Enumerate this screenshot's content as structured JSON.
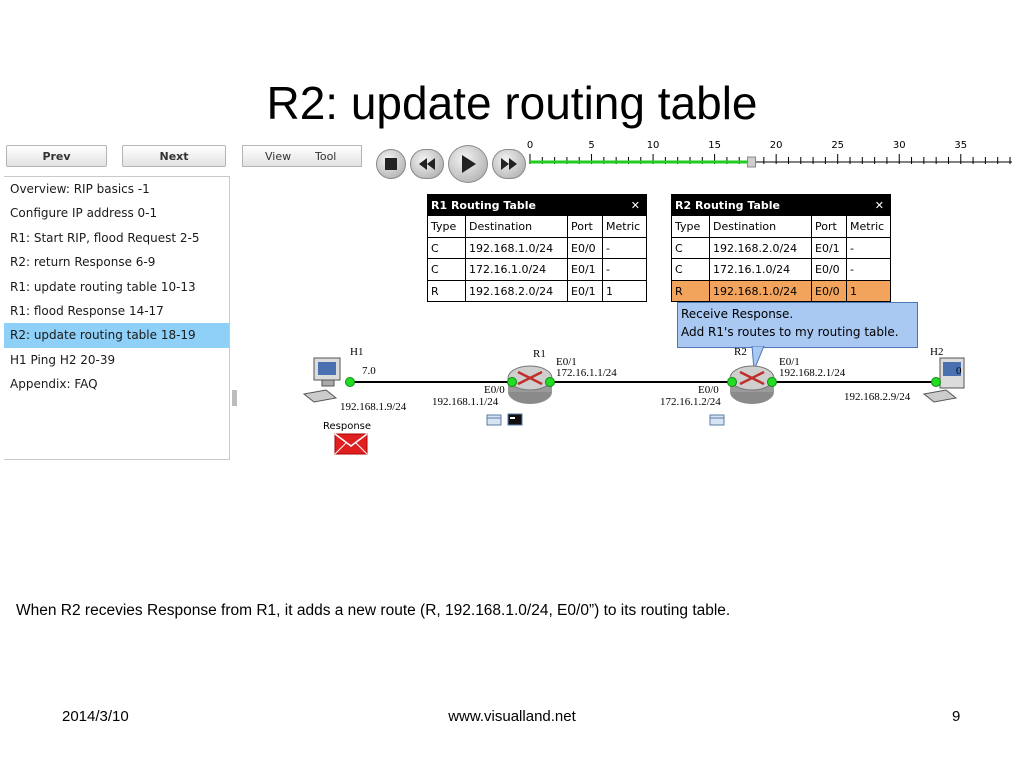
{
  "slide": {
    "title": "R2: update routing table",
    "caption": "When R2 recevies Response from R1, it adds a new route (R, 192.168.1.0/24, E0/0”) to its routing table.",
    "footer_date": "2014/3/10",
    "footer_url": "www.visualland.net",
    "page_number": "9"
  },
  "toolbar": {
    "prev_label": "Prev",
    "next_label": "Next",
    "view_label": "View",
    "tool_label": "Tool"
  },
  "playback": {
    "stop_icon": "stop-icon",
    "rewind_icon": "rewind-icon",
    "play_icon": "play-icon",
    "fast_forward_icon": "fast-forward-icon"
  },
  "timeline": {
    "labels": [
      "0",
      "5",
      "10",
      "15",
      "20",
      "25",
      "30",
      "35"
    ],
    "min": 0,
    "max": 39,
    "current": 18,
    "progress_color": "#22cc22"
  },
  "sidebar": {
    "items": [
      {
        "label": "Overview: RIP basics -1"
      },
      {
        "label": "Configure IP address 0-1"
      },
      {
        "label": "R1: Start RIP, flood Request 2-5"
      },
      {
        "label": "R2: return Response 6-9"
      },
      {
        "label": "R1: update routing table 10-13"
      },
      {
        "label": "R1: flood Response 14-17"
      },
      {
        "label": "R2: update routing table 18-19",
        "selected": true
      },
      {
        "label": "H1 Ping H2 20-39"
      },
      {
        "label": "Appendix: FAQ"
      }
    ],
    "selected_color": "#8fd0f8"
  },
  "r1_table": {
    "title": "R1 Routing Table",
    "close": "✕",
    "headers": [
      "Type",
      "Destination",
      "Port",
      "Metric"
    ],
    "rows": [
      [
        "C",
        "192.168.1.0/24",
        "E0/0",
        "-"
      ],
      [
        "C",
        "172.16.1.0/24",
        "E0/1",
        "-"
      ],
      [
        "R",
        "192.168.2.0/24",
        "E0/1",
        "1"
      ]
    ]
  },
  "r2_table": {
    "title": "R2 Routing Table",
    "close": "✕",
    "headers": [
      "Type",
      "Destination",
      "Port",
      "Metric"
    ],
    "rows": [
      [
        "C",
        "192.168.2.0/24",
        "E0/1",
        "-"
      ],
      [
        "C",
        "172.16.1.0/24",
        "E0/0",
        "-"
      ],
      [
        "R",
        "192.168.1.0/24",
        "E0/0",
        "1"
      ]
    ],
    "highlight_color": "#f2a35c"
  },
  "tooltip": {
    "line1": "Receive Response.",
    "line2": "Add R1's routes to my routing table."
  },
  "network": {
    "h1_name": "H1",
    "h1_ip_short": "7.0",
    "h1_ip": "192.168.1.9/24",
    "h2_name": "H2",
    "h2_ip_short": "0",
    "h2_ip": "192.168.2.9/24",
    "r1_name": "R1",
    "r1_e00": "E0/0",
    "r1_e00_ip": "192.168.1.1/24",
    "r1_e01": "E0/1",
    "r1_e01_ip": "172.16.1.1/24",
    "r2_name": "R2",
    "r2_e00": "E0/0",
    "r2_e00_ip": "172.16.1.2/24",
    "r2_e01": "E0/1",
    "r2_e01_ip": "192.168.2.1/24",
    "response_label": "Response",
    "port_color": "#22dd22"
  }
}
